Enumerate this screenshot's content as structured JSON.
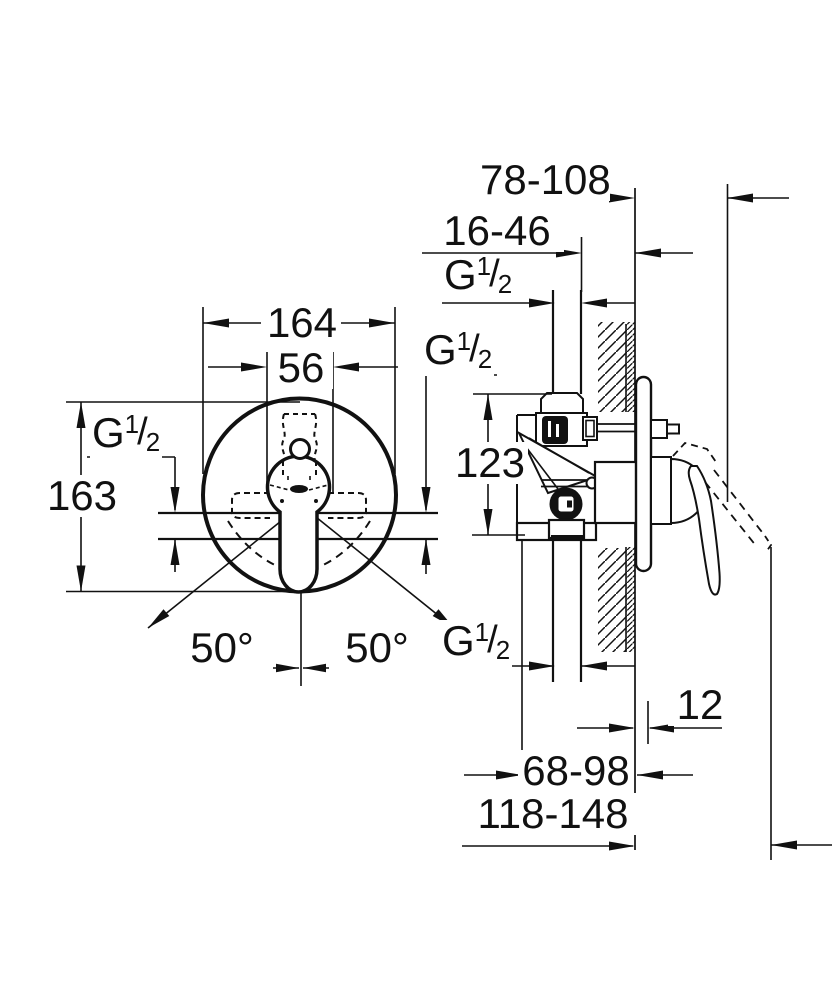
{
  "dimensions": {
    "d78_108": "78-108",
    "d16_46": "16-46",
    "d164": "164",
    "d56": "56",
    "d163": "163",
    "d123": "123",
    "d50_left": "50°",
    "d50_right": "50°",
    "d12": "12",
    "d68_98": "68-98",
    "d118_148": "118-148"
  },
  "thread": {
    "base": "G",
    "numerator": "1",
    "slash": "/",
    "denominator": "2"
  }
}
